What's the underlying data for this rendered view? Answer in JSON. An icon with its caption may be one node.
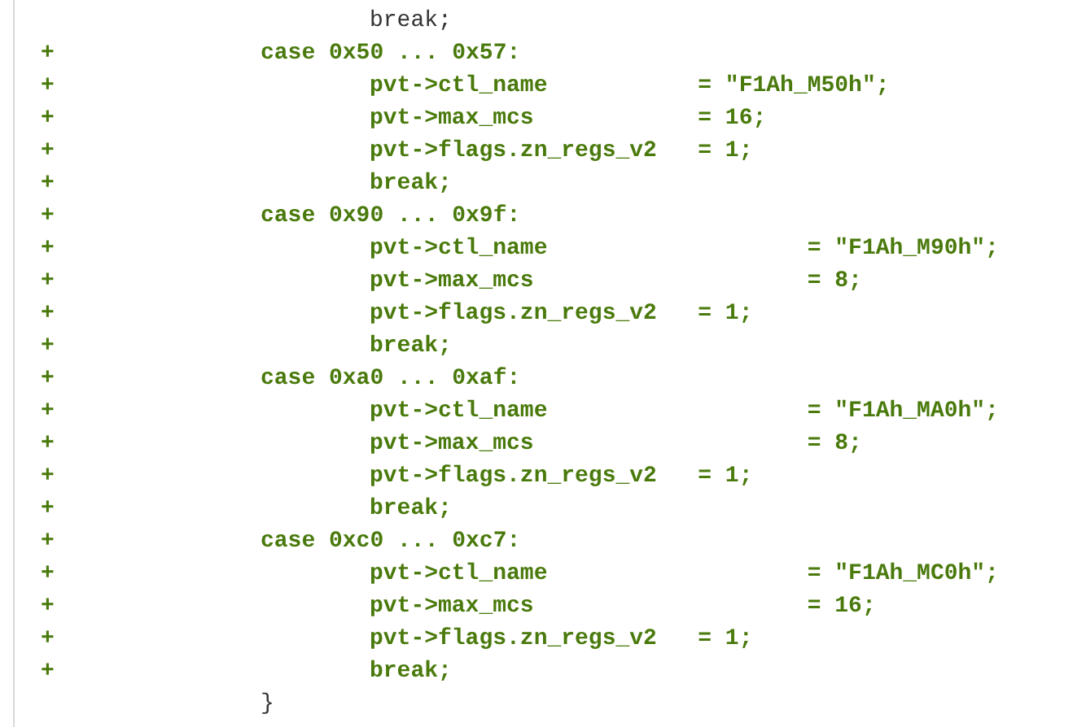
{
  "diagram": {
    "labels": [
      "break;",
      "+",
      "case 0x50 ... 0x57:",
      "+",
      "pvt->ctl_name           = \"F1Ah_M50h\";",
      "+",
      "pvt->max_mcs            = 16;",
      "+",
      "pvt->flags.zn_regs_v2   = 1;",
      "+",
      "break;",
      "+",
      "case 0x90 ... 0x9f:",
      "+",
      "pvt->ctl_name                   = \"F1Ah_M90h\";",
      "+",
      "pvt->max_mcs                    = 8;",
      "+",
      "pvt->flags.zn_regs_v2   = 1;",
      "+",
      "break;",
      "+",
      "case 0xa0 ... 0xaf:",
      "+",
      "pvt->ctl_name                   = \"F1Ah_MA0h\";",
      "+",
      "pvt->max_mcs                    = 8;",
      "+",
      "pvt->flags.zn_regs_v2   = 1;",
      "+",
      "break;",
      "+",
      "case 0xc0 ... 0xc7:",
      "+",
      "pvt->ctl_name                   = \"F1Ah_MC0h\";",
      "+",
      "pvt->max_mcs                    = 16;",
      "+",
      "pvt->flags.zn_regs_v2   = 1;",
      "+",
      "break;",
      "}"
    ]
  }
}
